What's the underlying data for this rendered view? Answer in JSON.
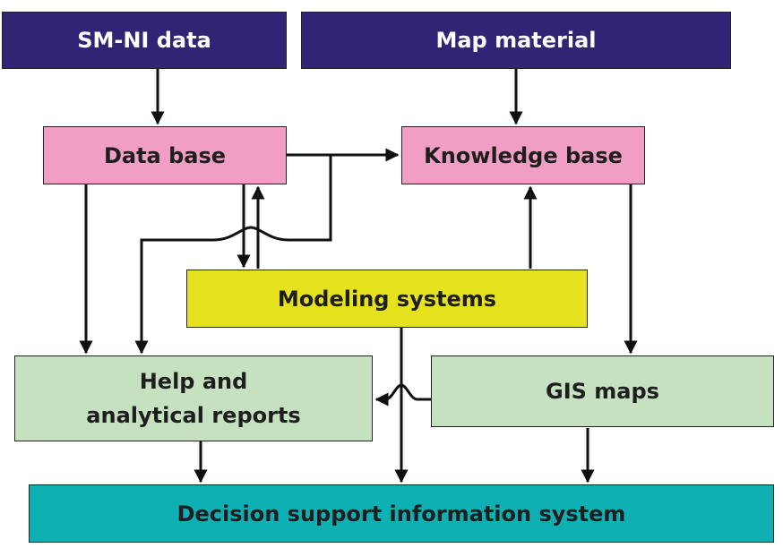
{
  "nodes": {
    "smni_data": "SM-NI data",
    "map_material": "Map material",
    "data_base": "Data base",
    "knowledge_base": "Knowledge base",
    "modeling_systems": "Modeling systems",
    "help_reports": "Help and analytical reports",
    "gis_maps": "GIS maps",
    "dsis": "Decision support information system"
  },
  "colors": {
    "source": "#302474",
    "base": "#f09ec4",
    "modeling": "#e6e21e",
    "output": "#c6e1c0",
    "final": "#0fb0b4",
    "line": "#111111"
  }
}
